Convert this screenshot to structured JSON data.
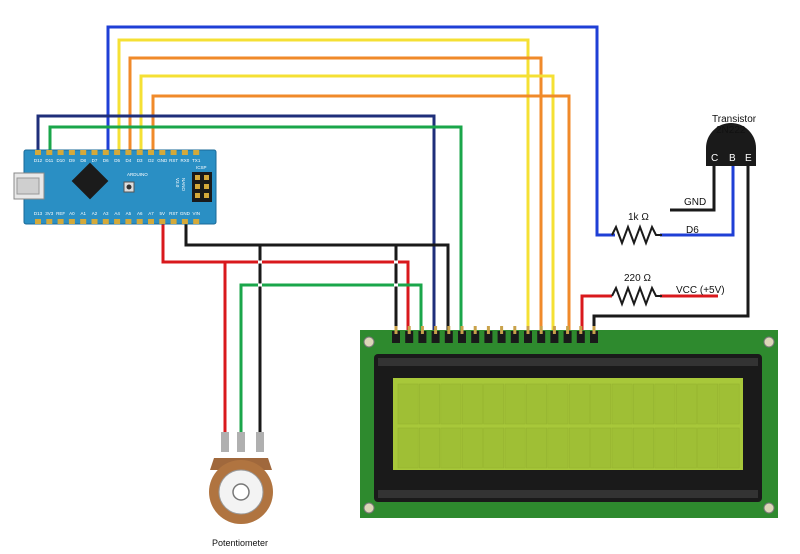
{
  "labels": {
    "transistor_title": "Transistor",
    "transistor_model": "2N222",
    "pin_c": "C",
    "pin_b": "B",
    "pin_e": "E",
    "gnd": "GND",
    "d6": "D6",
    "r1": "1k Ω",
    "r2": "220 Ω",
    "vcc": "VCC (+5V)",
    "potentiometer": "Potentiometer"
  },
  "arduino": {
    "top_pins": [
      "D12",
      "D11",
      "D10",
      "D9",
      "D8",
      "D7",
      "D6",
      "D5",
      "D4",
      "D3",
      "D2",
      "GND",
      "RST",
      "RX0",
      "TX1"
    ],
    "bottom_pins": [
      "D13",
      "3V3",
      "REF",
      "A0",
      "A1",
      "A2",
      "A3",
      "A4",
      "A5",
      "A6",
      "A7",
      "5V",
      "RST",
      "GND",
      "VIN"
    ],
    "board_text_1": "ARDUINO",
    "board_text_2": "NANO",
    "board_text_3": "V3.0",
    "icsp": "ICSP",
    "colors": {
      "board": "#2a8fc4",
      "chip": "#1b1b1b"
    }
  },
  "wire_colors": {
    "blue": "#1f3fd6",
    "navy": "#1f2f7a",
    "yellow": "#f5e034",
    "orange": "#f08a2a",
    "green": "#1aa64a",
    "red": "#d9181c",
    "black": "#1a1a1a"
  },
  "lcd": {
    "pcb_color": "#2e8a2e",
    "screen_color": "#a8c83a",
    "bezel_color": "#1a1a1a"
  }
}
